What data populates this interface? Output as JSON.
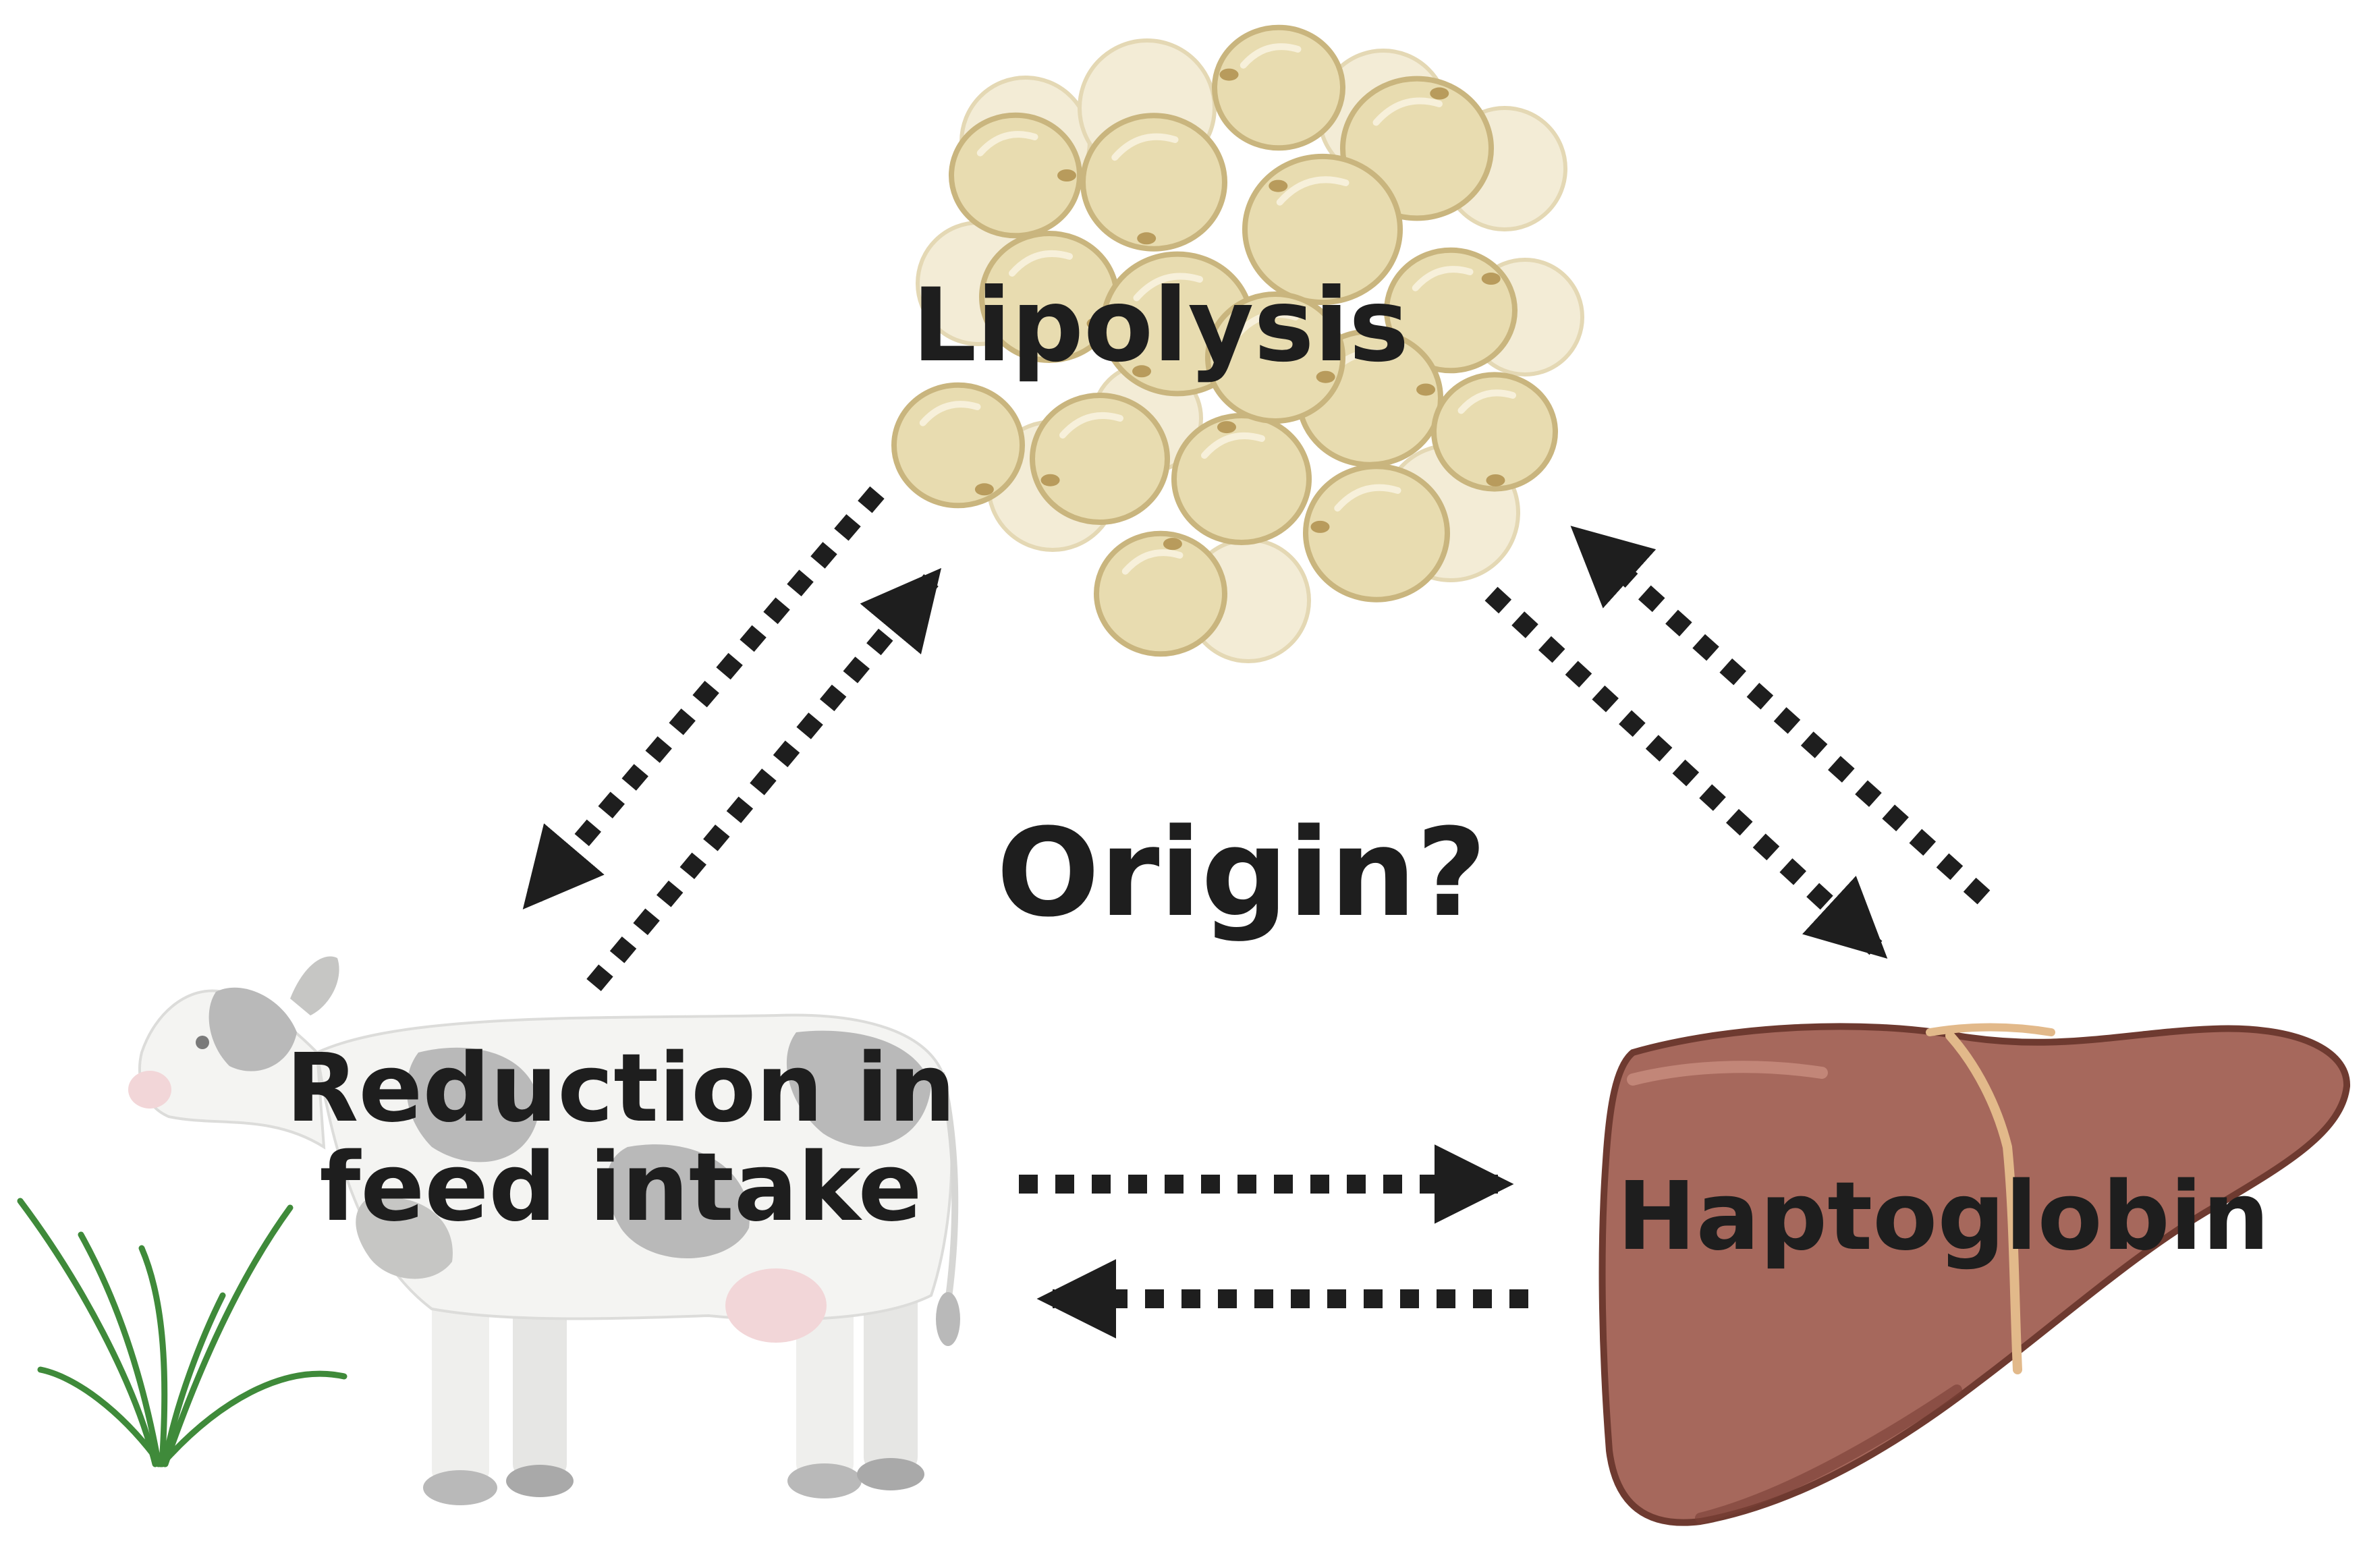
{
  "diagram": {
    "nodes": {
      "lipolysis": {
        "label": "Lipolysis",
        "icon": "adipocyte-cluster-icon"
      },
      "feed_intake": {
        "label_line1": "Reduction in",
        "label_line2": "feed intake",
        "icon": "dairy-cow-icon"
      },
      "haptoglobin": {
        "label": "Haptoglobin",
        "icon": "liver-icon"
      }
    },
    "center_label": "Origin?",
    "edges": [
      {
        "from": "lipolysis",
        "to": "feed_intake",
        "style": "dotted"
      },
      {
        "from": "feed_intake",
        "to": "lipolysis",
        "style": "dotted"
      },
      {
        "from": "lipolysis",
        "to": "haptoglobin",
        "style": "dotted"
      },
      {
        "from": "haptoglobin",
        "to": "lipolysis",
        "style": "dotted"
      },
      {
        "from": "feed_intake",
        "to": "haptoglobin",
        "style": "dotted"
      },
      {
        "from": "haptoglobin",
        "to": "feed_intake",
        "style": "dotted"
      }
    ],
    "colors": {
      "arrow": "#1e1e1e",
      "fat_cell": "#e8dcb0",
      "fat_cell_outline": "#c9b57e",
      "liver": "#a6685c",
      "liver_outline": "#6e3a30",
      "gallbladder_duct": "#e2b98a",
      "cow_body": "#f4f4f2",
      "cow_spots": "#b9b9b9",
      "grass": "#3f8a3a"
    }
  }
}
